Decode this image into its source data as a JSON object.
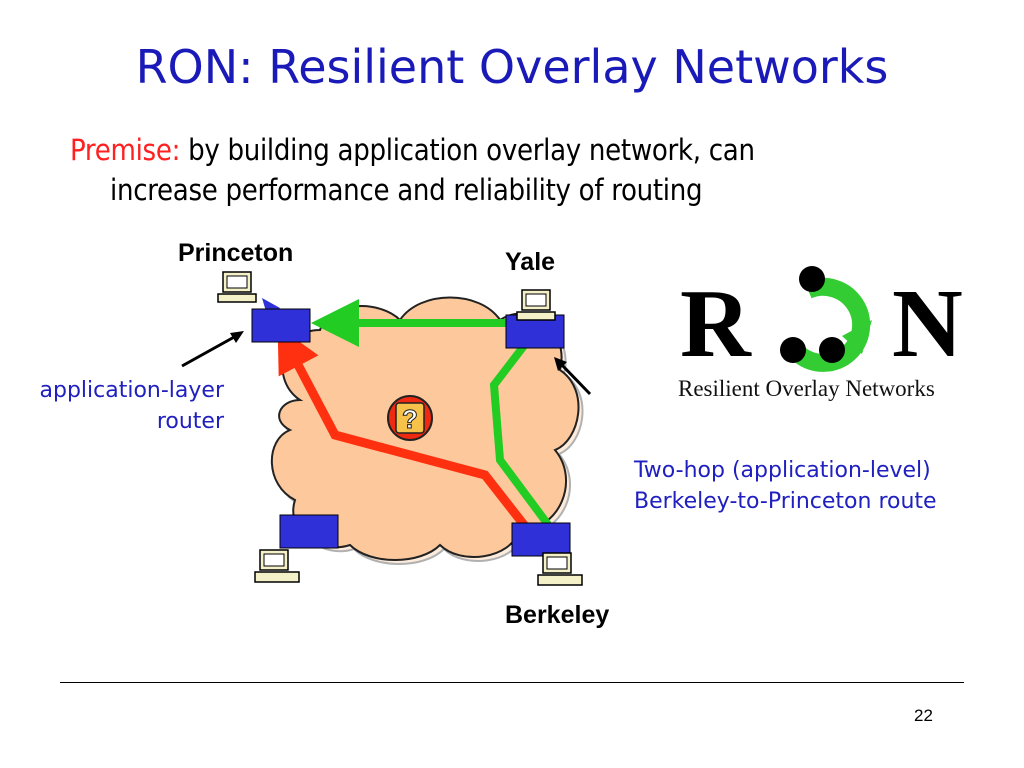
{
  "title": "RON: Resilient Overlay Networks",
  "premise": {
    "lead": "Premise:",
    "line1": "by building application overlay network, can",
    "line2": "increase performance and reliability of routing"
  },
  "sites": {
    "princeton": "Princeton",
    "yale": "Yale",
    "berkeley": "Berkeley"
  },
  "annotations": {
    "router_line1": "application-layer",
    "router_line2": "router",
    "route_line1": "Two-hop (application-level)",
    "route_line2": "Berkeley-to-Princeton route"
  },
  "logo": {
    "letter_r": "R",
    "letter_n": "N",
    "tagline": "Resilient Overlay Networks"
  },
  "question_mark": "?",
  "colors": {
    "title": "#1a1ab8",
    "premise_lead": "#ff2020",
    "cloud": "#fcc89c",
    "router": "#3030d8",
    "direct_path": "#ff3010",
    "overlay_path": "#22cc22",
    "logo_arrow": "#33cc33",
    "note_text": "#2020c0"
  },
  "footer": {
    "page_number": "22"
  }
}
